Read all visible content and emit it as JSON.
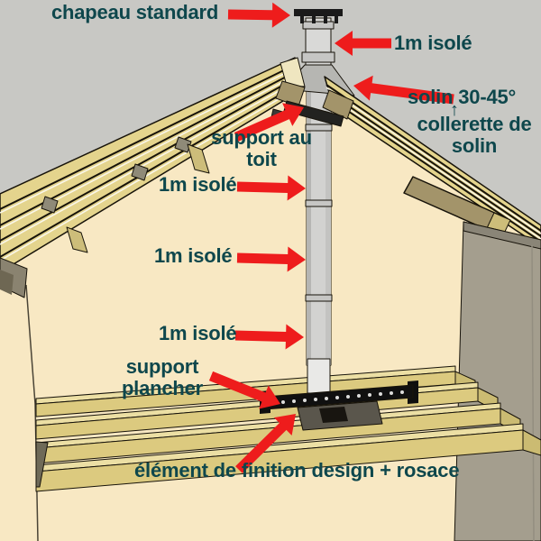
{
  "diagram": {
    "title": "chimney flue installation cutaway",
    "labels": {
      "chapeau": "chapeau standard",
      "isole_top": "1m isolé",
      "solin": "solin 30-45°",
      "collerette": "collerette de solin",
      "up_arrow_glyph": "↑",
      "support_toit": "support au toit",
      "isole_1": "1m isolé",
      "isole_2": "1m isolé",
      "isole_3": "1m isolé",
      "support_plancher": "support plancher",
      "finition": "élément de finition design + rosace"
    }
  },
  "colors": {
    "background": "#c8c8c4",
    "label": "#0e474c",
    "arrow": "#ee1c1c",
    "wall": "#f8e8c3",
    "purlin": "#e4d48d",
    "wood_light": "#ecdfa4",
    "wood": "#dcca7f",
    "wood_deep": "#cbbb72",
    "brown": "#a3946a",
    "block": "#8f8a78",
    "panel": "#a49e8e",
    "panel_dark": "#8a8577",
    "pipe": "#d2d2d0",
    "pipe_light": "#e9e9e7",
    "ring": "#c6c6c4",
    "cone": "#b6b6b2",
    "dark": "#1a1a1a",
    "white_gap": "#faf7ea",
    "shadow": "#6f6a58"
  }
}
